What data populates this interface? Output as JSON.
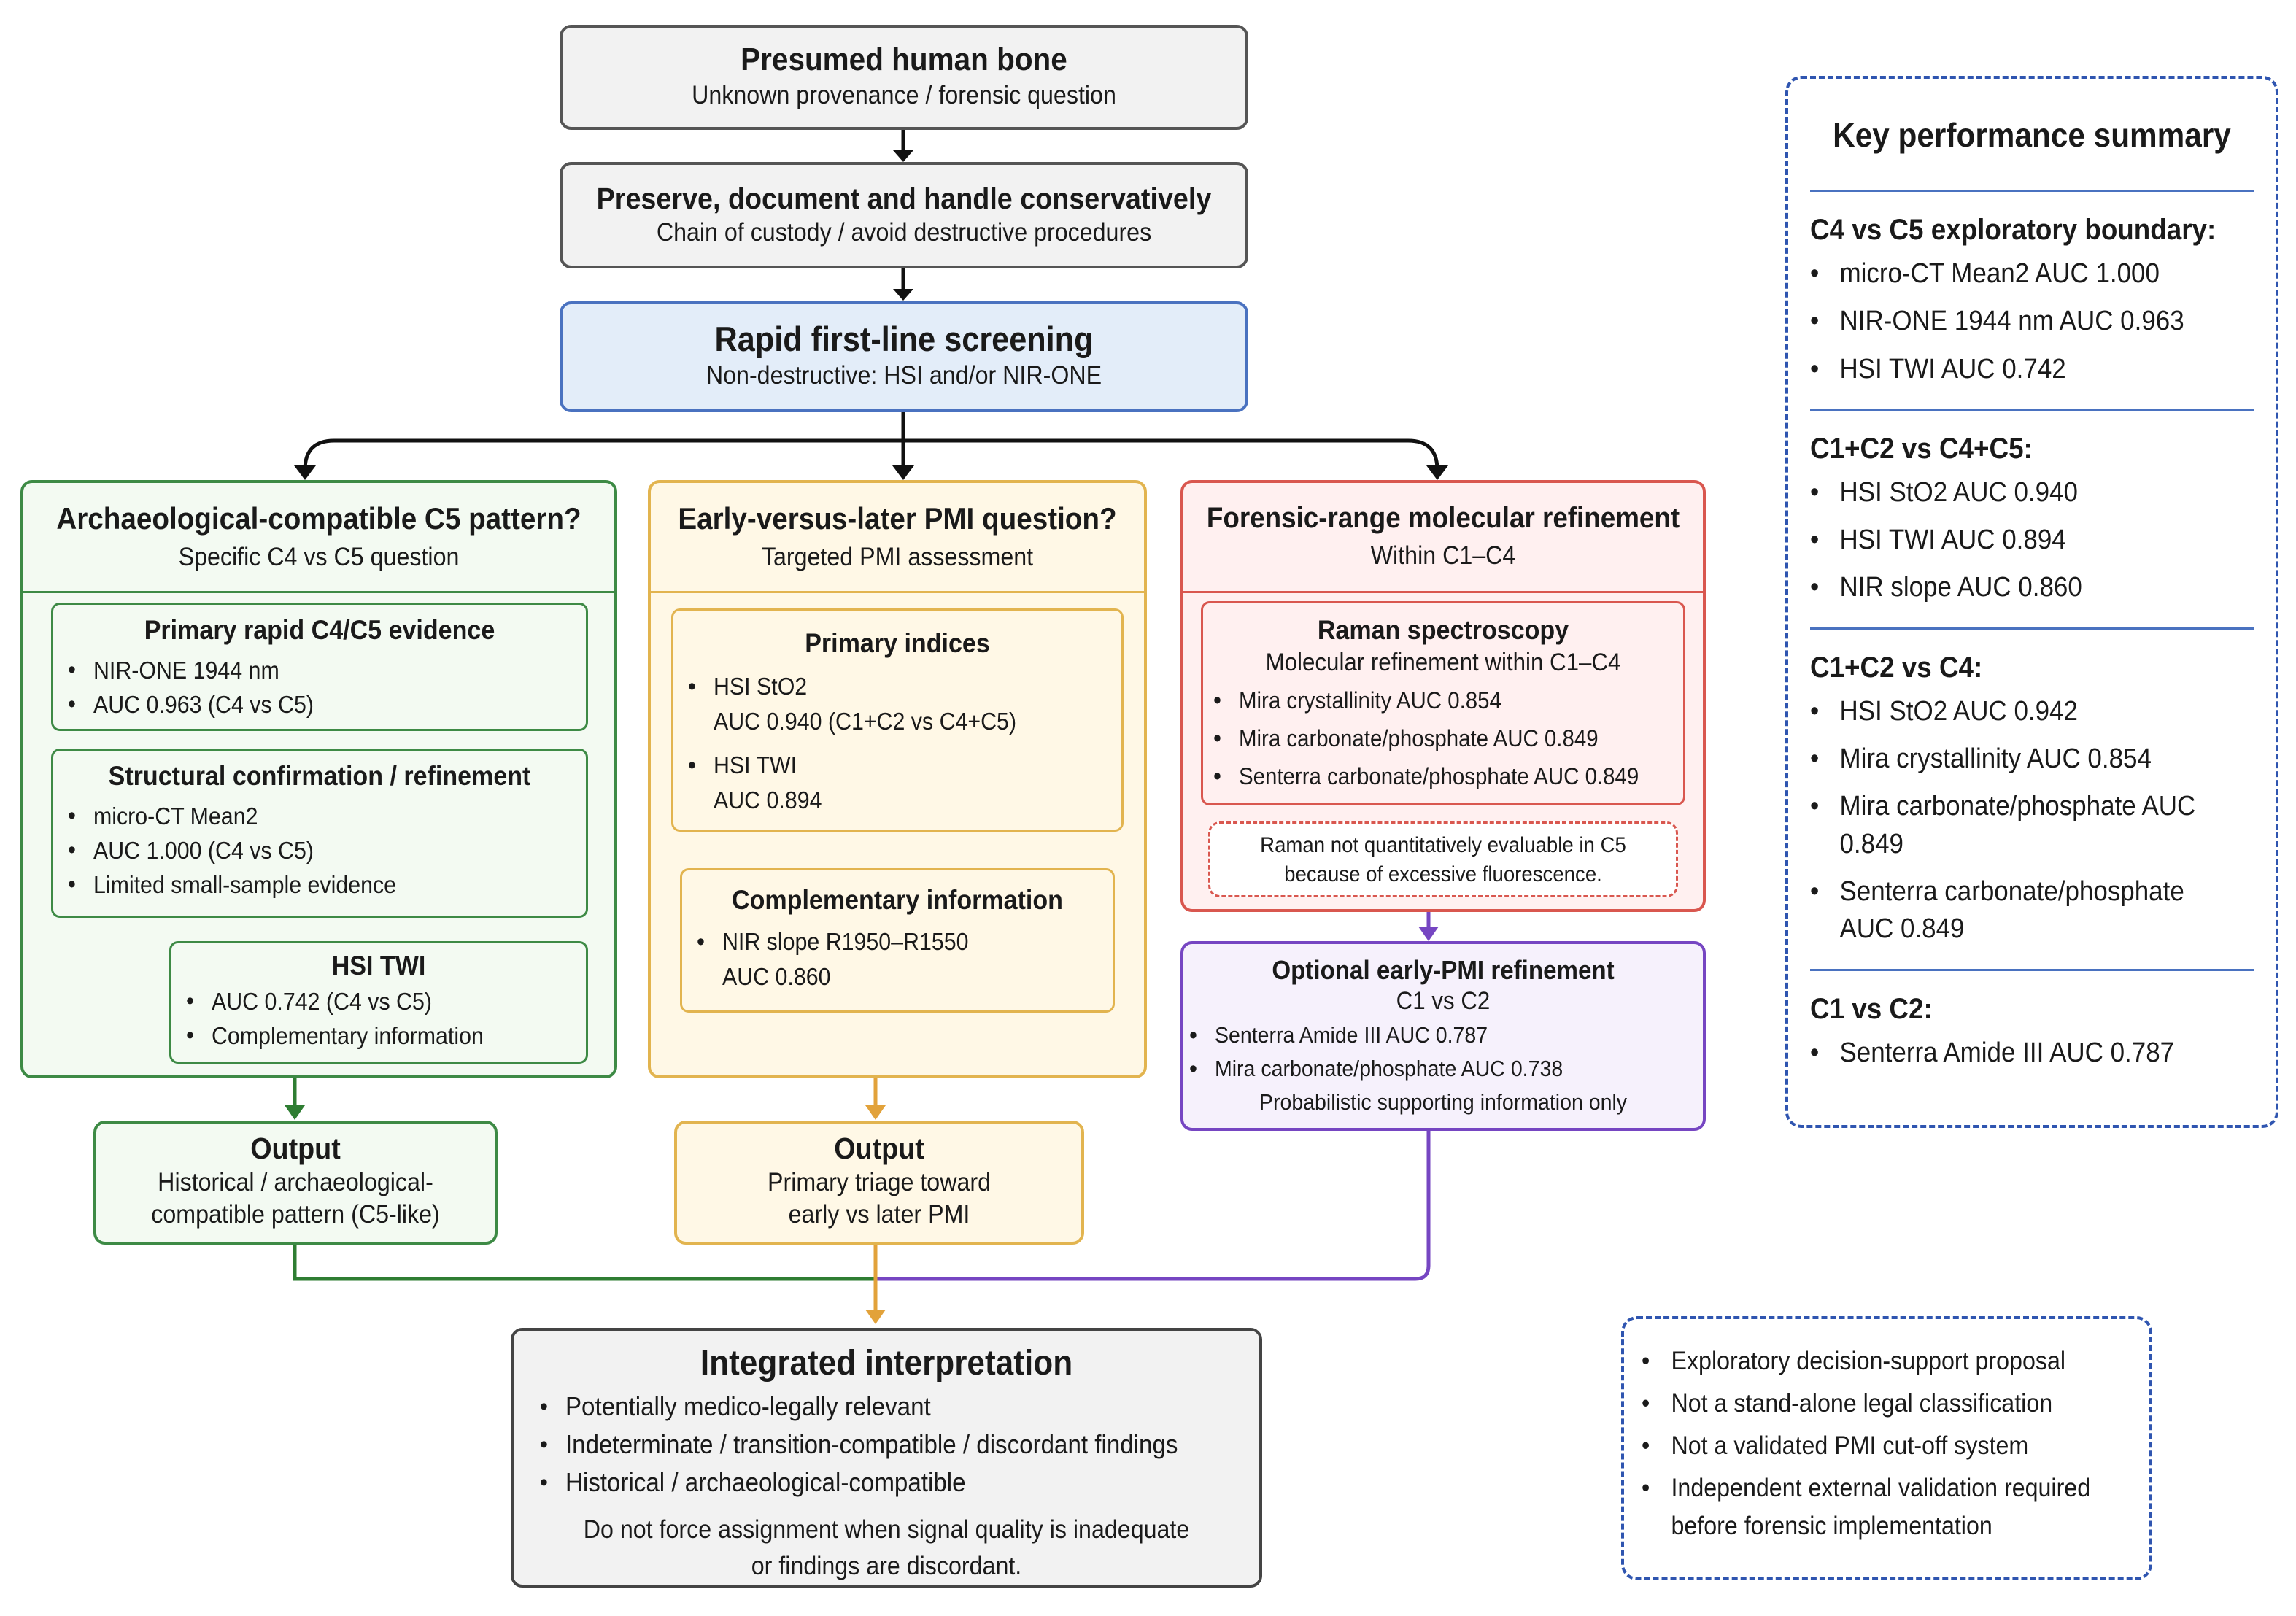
{
  "top": {
    "bone": {
      "title": "Presumed human bone",
      "sub": "Unknown provenance / forensic question"
    },
    "preserve": {
      "title": "Preserve, document and handle conservatively",
      "sub": "Chain of custody / avoid destructive procedures"
    },
    "screen": {
      "title": "Rapid first-line screening",
      "sub": "Non-destructive: HSI and/or NIR-ONE"
    }
  },
  "col1": {
    "title": "Archaeological-compatible C5 pattern?",
    "sub": "Specific C4 vs C5 question",
    "primary": {
      "title": "Primary rapid C4/C5 evidence",
      "items": [
        "NIR-ONE 1944 nm",
        "AUC 0.963 (C4 vs C5)"
      ]
    },
    "structural": {
      "title": "Structural confirmation / refinement",
      "items": [
        "micro-CT Mean2",
        "AUC 1.000 (C4 vs C5)",
        "Limited small-sample evidence"
      ]
    },
    "hsi": {
      "title": "HSI TWI",
      "items": [
        "AUC 0.742 (C4 vs C5)",
        "Complementary information"
      ]
    },
    "output": {
      "title": "Output",
      "lines": [
        "Historical / archaeological-",
        "compatible pattern (C5-like)"
      ]
    }
  },
  "col2": {
    "title": "Early-versus-later PMI question?",
    "sub": "Targeted PMI assessment",
    "primary": {
      "title": "Primary indices",
      "items": [
        {
          "a": "HSI StO2",
          "b": "AUC 0.940 (C1+C2 vs C4+C5)"
        },
        {
          "a": "HSI TWI",
          "b": "AUC 0.894"
        }
      ]
    },
    "comp": {
      "title": "Complementary information",
      "item_a": "NIR slope R1950–R1550",
      "item_b": "AUC 0.860"
    },
    "output": {
      "title": "Output",
      "lines": [
        "Primary triage toward",
        "early vs later PMI"
      ]
    }
  },
  "col3": {
    "title": "Forensic-range molecular refinement",
    "sub": "Within C1–C4",
    "raman": {
      "title": "Raman spectroscopy",
      "sub": "Molecular refinement within C1–C4",
      "items": [
        "Mira crystallinity AUC 0.854",
        "Mira carbonate/phosphate AUC 0.849",
        "Senterra carbonate/phosphate AUC 0.849"
      ]
    },
    "note": [
      "Raman not quantitatively evaluable in C5",
      "because of excessive fluorescence."
    ],
    "optional": {
      "title": "Optional early-PMI refinement",
      "sub": "C1 vs C2",
      "items": [
        "Senterra Amide III AUC 0.787",
        "Mira carbonate/phosphate AUC 0.738"
      ],
      "foot": "Probabilistic supporting information only"
    }
  },
  "integrated": {
    "title": "Integrated interpretation",
    "items": [
      "Potentially medico-legally relevant",
      "Indeterminate / transition-compatible / discordant findings",
      "Historical / archaeological-compatible"
    ],
    "note": [
      "Do not force assignment when signal quality is inadequate",
      "or findings are discordant."
    ]
  },
  "summary": {
    "title": "Key performance summary",
    "sections": [
      {
        "heading": "C4 vs C5 exploratory boundary:",
        "items": [
          "micro-CT Mean2 AUC 1.000",
          "NIR-ONE 1944 nm AUC 0.963",
          "HSI TWI AUC 0.742"
        ]
      },
      {
        "heading": "C1+C2 vs C4+C5:",
        "items": [
          "HSI StO2 AUC 0.940",
          "HSI TWI AUC 0.894",
          "NIR slope AUC 0.860"
        ]
      },
      {
        "heading": "C1+C2 vs C4:",
        "items": [
          "HSI StO2 AUC 0.942",
          "Mira crystallinity AUC 0.854",
          "Mira carbonate/phosphate AUC 0.849",
          "Senterra carbonate/phosphate\nAUC 0.849"
        ]
      },
      {
        "heading": "C1 vs C2:",
        "items": [
          "Senterra Amide III AUC 0.787"
        ]
      }
    ]
  },
  "disclaimer": {
    "items": [
      "Exploratory decision-support proposal",
      "Not a stand-alone legal classification",
      "Not a validated PMI cut-off system",
      "Independent external validation required\nbefore forensic implementation"
    ]
  }
}
